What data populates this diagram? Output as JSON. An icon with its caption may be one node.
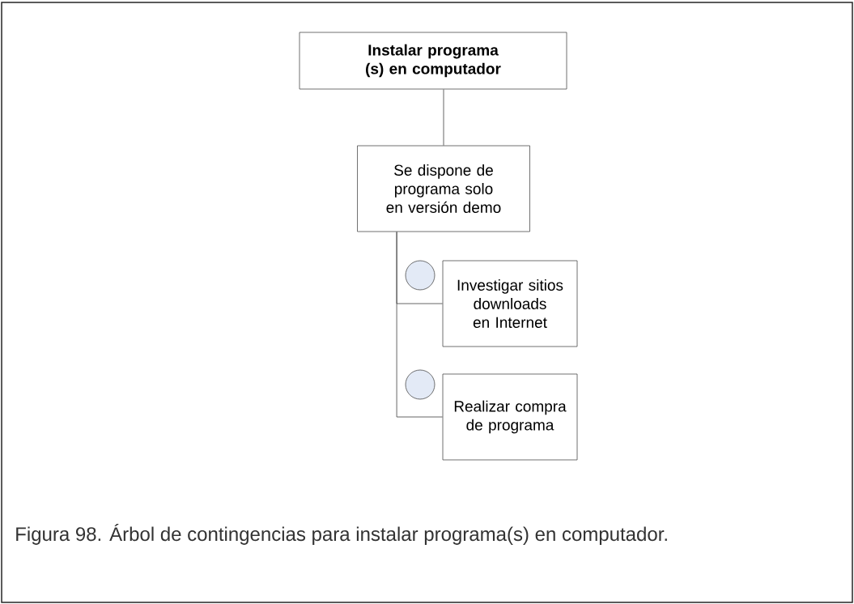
{
  "diagram": {
    "caption": "Figura 98. Árbol de contingencias para instalar programa(s) en computador.",
    "nodes": [
      {
        "text": [
          "Instalar programa (s) en computador"
        ]
      },
      {
        "text": [
          "Se dispone de programa solo en versión demo"
        ]
      },
      {
        "text": [],
        "shape": "circle"
      },
      {
        "text": [
          "Investigar sitios downloads en Internet"
        ]
      },
      {
        "text": [],
        "shape": "circle"
      },
      {
        "text": [
          "Realizar compra de programa"
        ]
      }
    ],
    "edges": [
      {
        "from": 0,
        "to": 1,
        "arrow": "none"
      },
      {
        "from": 1,
        "to": 3,
        "arrow": "none"
      },
      {
        "from": 1,
        "to": 5,
        "arrow": "none"
      }
    ]
  }
}
